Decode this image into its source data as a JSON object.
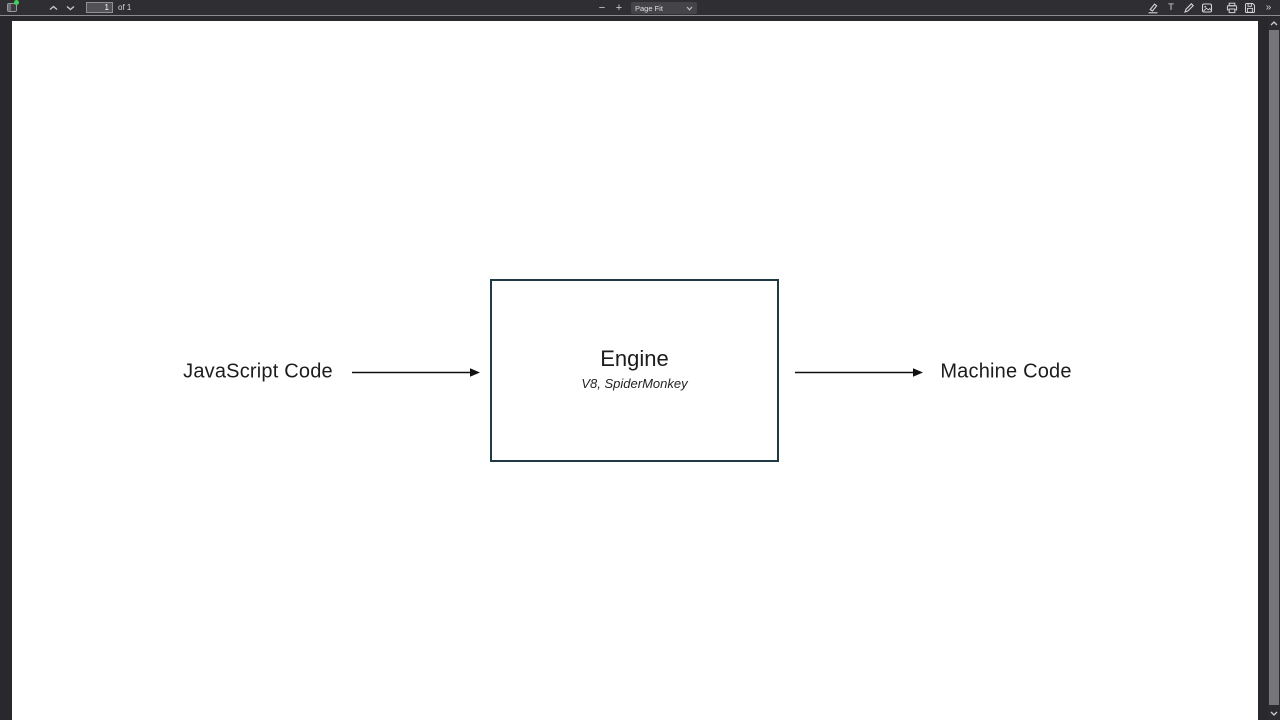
{
  "colors": {
    "toolbar_bg": "#2f2f33",
    "viewer_bg": "#29292d",
    "page_bg": "#ffffff",
    "engine_border": "#1f3a43",
    "text_dark": "#1c1c1c",
    "toolbar_icon": "#d4d4d8",
    "green_dot": "#3fd158",
    "scroll_thumb": "#76767a"
  },
  "toolbar": {
    "page_input_value": "1",
    "page_count_label": "of 1",
    "zoom_out_label": "−",
    "zoom_in_label": "+",
    "zoom_select_value": "Page Fit",
    "freetext_label": "T",
    "more_tools_label": "»"
  },
  "icons": {
    "sidebar_toggle": "sidebar-panel",
    "previous_page": "chevron-up",
    "next_page": "chevron-down",
    "highlight": "highlighter-pen",
    "freetext": "letter-T",
    "draw": "ink-pen",
    "add_image": "picture",
    "print": "printer",
    "save": "floppy-disk",
    "more_tools": "double-chevron-right"
  },
  "document": {
    "source_label": "JavaScript Code",
    "engine_title": "Engine",
    "engine_subtitle": "V8, SpiderMonkey",
    "output_label": "Machine Code"
  }
}
